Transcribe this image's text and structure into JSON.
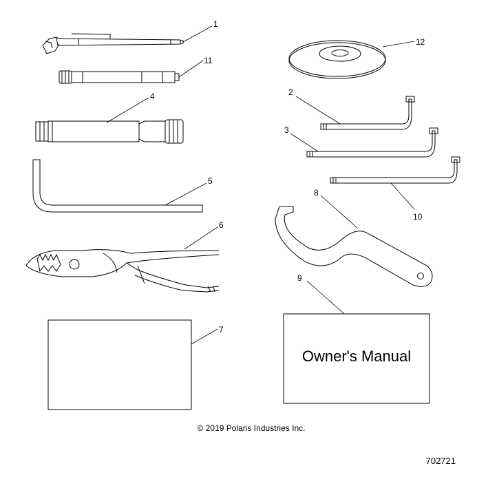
{
  "parts": [
    {
      "id": "hex-wrench-bent",
      "callout": "1"
    },
    {
      "id": "extension-bar",
      "callout": "11"
    },
    {
      "id": "spark-plug-socket",
      "callout": "4"
    },
    {
      "id": "large-hex-key",
      "callout": "5"
    },
    {
      "id": "pliers",
      "callout": "6"
    },
    {
      "id": "tool-bag-card",
      "callout": "7"
    },
    {
      "id": "disc",
      "callout": "12"
    },
    {
      "id": "hex-key-small",
      "callout": "2"
    },
    {
      "id": "hex-key-medium",
      "callout": "3"
    },
    {
      "id": "hex-key-long",
      "callout": "10"
    },
    {
      "id": "spanner-wrench",
      "callout": "8"
    },
    {
      "id": "owners-manual",
      "callout": "9",
      "label": "Owner's Manual"
    }
  ],
  "copyright": "© 2019 Polaris Industries Inc.",
  "diagram_number": "702721"
}
